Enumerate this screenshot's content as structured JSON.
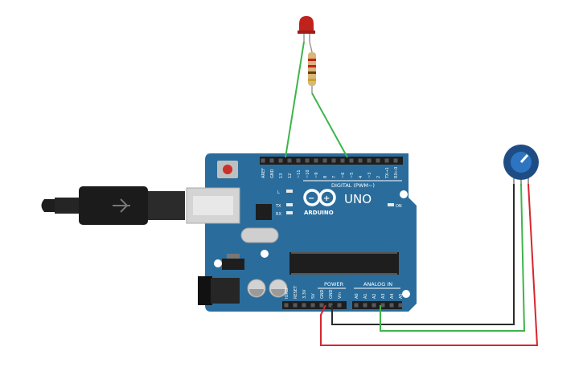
{
  "board": {
    "brand": "ARDUINO",
    "model": "UNO",
    "digital_label": "DIGITAL (PWM~)",
    "power_label": "POWER",
    "analog_label": "ANALOG IN",
    "on_label": "ON",
    "led_labels": [
      "L",
      "TX",
      "RX"
    ],
    "digital_pins": [
      "AREF",
      "GND",
      "13",
      "12",
      "~11",
      "~10",
      "~9",
      "8",
      "7",
      "~6",
      "~5",
      "4",
      "~3",
      "2",
      "TX→1",
      "RX←0"
    ],
    "power_pins": [
      "IOREF",
      "RESET",
      "3.3V",
      "5V",
      "GND",
      "GND",
      "Vin"
    ],
    "analog_pins": [
      "A0",
      "A1",
      "A2",
      "A3",
      "A4",
      "A5"
    ]
  },
  "colors": {
    "board": "#2a6d9c",
    "wire_green": "#3db54a",
    "wire_red": "#d6262d",
    "wire_black": "#2b2b2b",
    "header": "#1e1e1e",
    "led": "#c0221c"
  }
}
